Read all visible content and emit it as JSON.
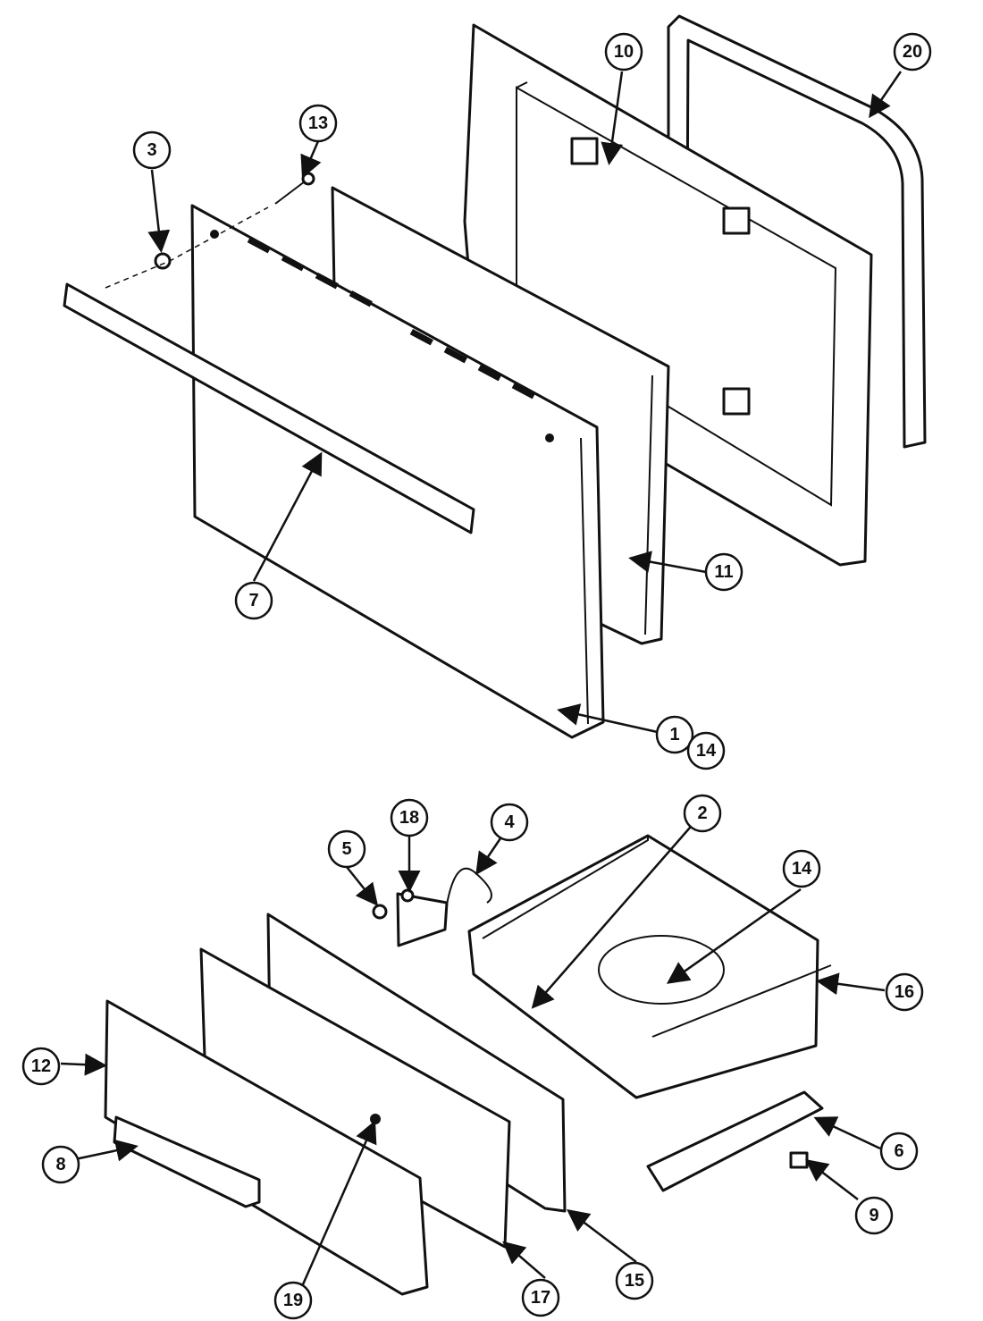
{
  "callouts": [
    {
      "id": "c1",
      "label": "1"
    },
    {
      "id": "c2",
      "label": "2"
    },
    {
      "id": "c3",
      "label": "3"
    },
    {
      "id": "c4",
      "label": "4"
    },
    {
      "id": "c5",
      "label": "5"
    },
    {
      "id": "c6",
      "label": "6"
    },
    {
      "id": "c7",
      "label": "7"
    },
    {
      "id": "c8",
      "label": "8"
    },
    {
      "id": "c9",
      "label": "9"
    },
    {
      "id": "c10",
      "label": "10"
    },
    {
      "id": "c11",
      "label": "11"
    },
    {
      "id": "c12",
      "label": "12"
    },
    {
      "id": "c13",
      "label": "13"
    },
    {
      "id": "c14a",
      "label": "14"
    },
    {
      "id": "c14b",
      "label": "14"
    },
    {
      "id": "c15",
      "label": "15"
    },
    {
      "id": "c16",
      "label": "16"
    },
    {
      "id": "c17",
      "label": "17"
    },
    {
      "id": "c18",
      "label": "18"
    },
    {
      "id": "c19",
      "label": "19"
    },
    {
      "id": "c20",
      "label": "20"
    }
  ]
}
